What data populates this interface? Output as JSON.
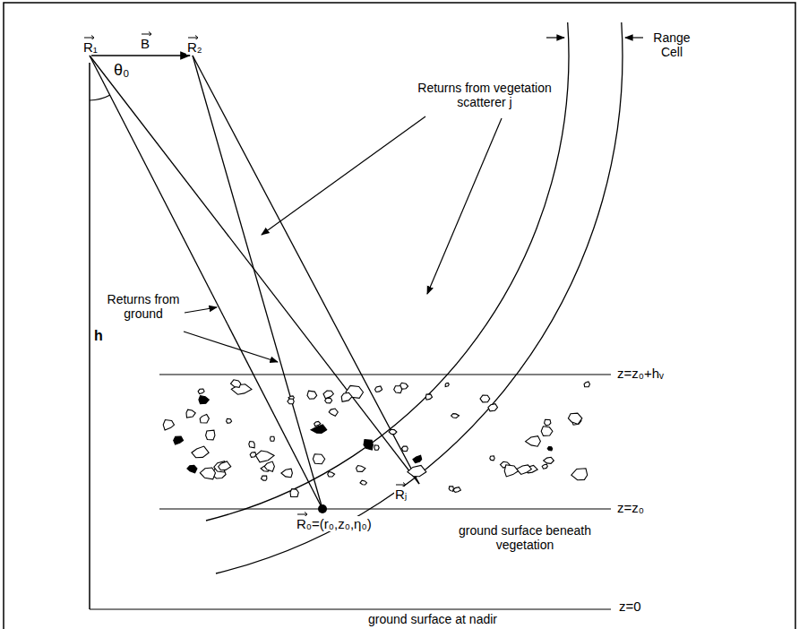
{
  "diagram": {
    "labels": [
      "R₁",
      "B",
      "R₂",
      "θ₀",
      "h",
      "Returns from vegetation scatterer j",
      "Returns from ground",
      "Range Cell",
      "z=z₀+hᵥ",
      "ground surface beneath vegetation",
      "R₀=(r₀,z₀,η₀)",
      "Rⱼ",
      "z=z₀",
      "z=0",
      "ground surface at nadir"
    ]
  }
}
